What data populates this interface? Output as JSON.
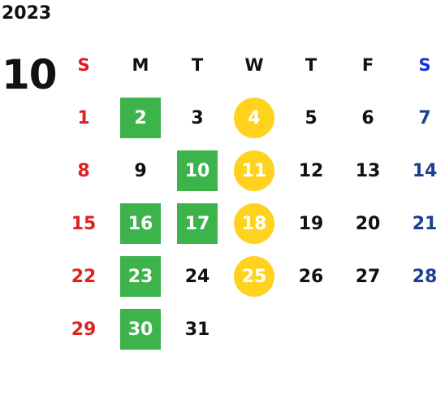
{
  "year": "2023",
  "month": "10",
  "weekdays": [
    "S",
    "M",
    "T",
    "W",
    "T",
    "F",
    "S"
  ],
  "weeks": [
    [
      "1",
      "2",
      "3",
      "4",
      "5",
      "6",
      "7"
    ],
    [
      "8",
      "9",
      "10",
      "11",
      "12",
      "13",
      "14"
    ],
    [
      "15",
      "16",
      "17",
      "18",
      "19",
      "20",
      "21"
    ],
    [
      "22",
      "23",
      "24",
      "25",
      "26",
      "27",
      "28"
    ],
    [
      "29",
      "30",
      "31",
      "",
      "",
      "",
      ""
    ]
  ],
  "colors": {
    "sunday": "#dd2222",
    "saturday": "#1b3f92",
    "weekday": "#111111",
    "green_mark": "#3cb44b",
    "yellow_mark": "#ffd21f"
  },
  "green_marked_days": [
    "2",
    "10",
    "16",
    "17",
    "23",
    "30"
  ],
  "yellow_marked_days": [
    "4",
    "11",
    "18",
    "25"
  ]
}
